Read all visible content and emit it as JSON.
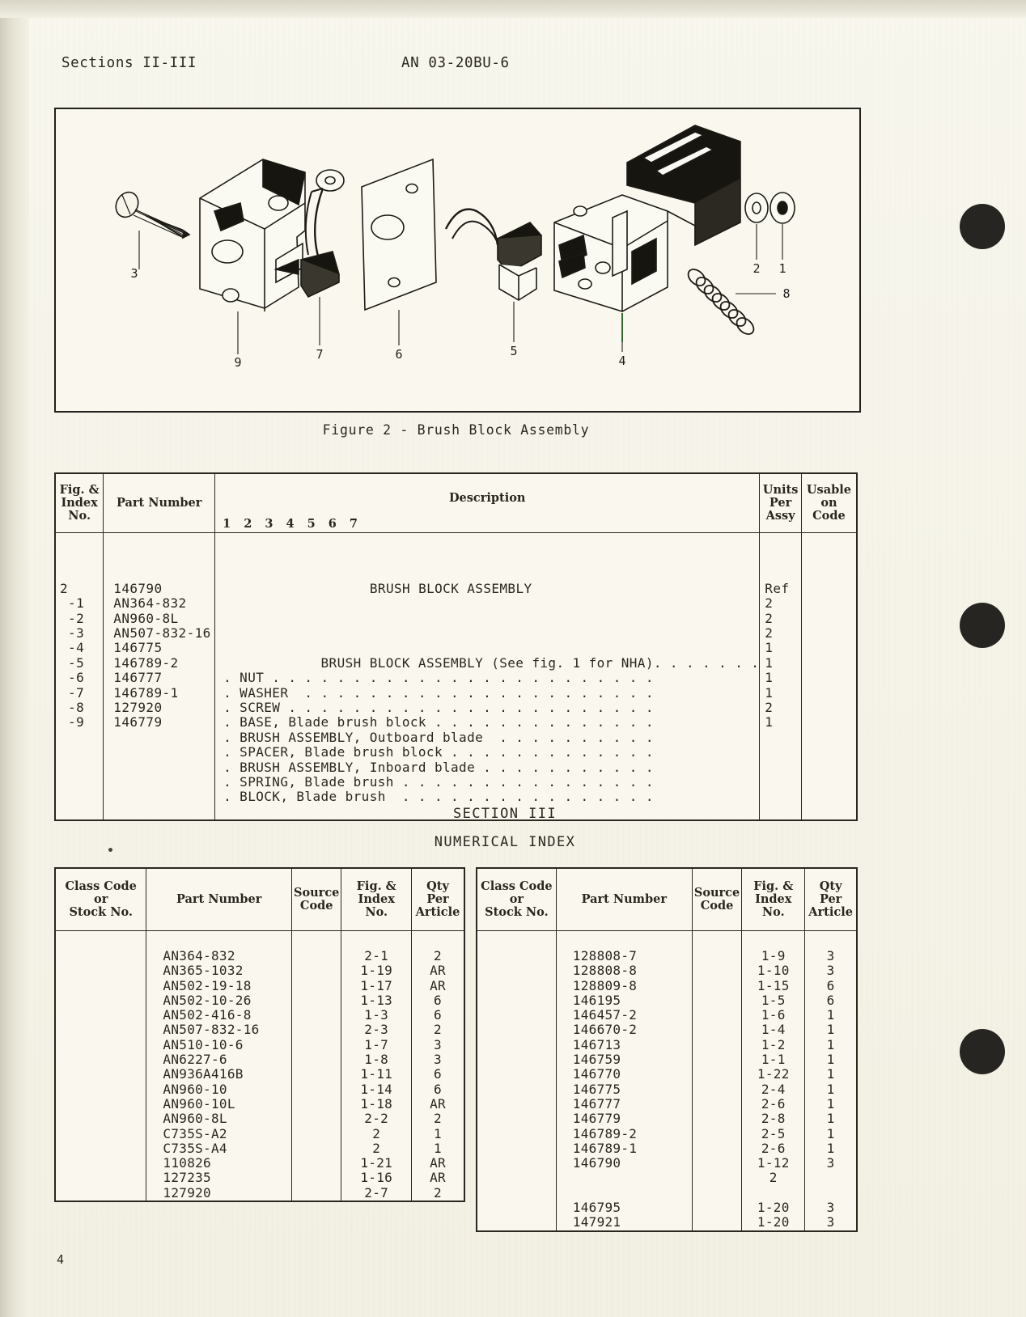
{
  "header": {
    "left": "Sections II-III",
    "center": "AN 03-20BU-6"
  },
  "figure": {
    "caption": "Figure 2 - Brush Block Assembly",
    "callouts": [
      "1",
      "2",
      "3",
      "4",
      "5",
      "6",
      "7",
      "8",
      "9"
    ]
  },
  "parts_table": {
    "headers": {
      "fig_index": "Fig. &\nIndex\nNo.",
      "part_number": "Part Number",
      "description": "Description",
      "indent_guide": "1 2 3 4 5 6 7",
      "units_per_assy": "Units\nPer\nAssy",
      "usable_on_code": "Usable\non\nCode"
    },
    "group_title": "BRUSH BLOCK ASSEMBLY",
    "fig_index_col": "2\n -1\n -2\n -3\n -4\n -5\n -6\n -7\n -8\n -9",
    "part_number_col": "146790\nAN364-832\nAN960-8L\nAN507-832-16\n146775\n146789-2\n146777\n146789-1\n127920\n146779",
    "description_col": "BRUSH BLOCK ASSEMBLY (See fig. 1 for NHA). . . . . . .\n. NUT . . . . . . . . . . . . . . . . . . . . . . . .\n. WASHER  . . . . . . . . . . . . . . . . . . . . . .\n. SCREW . . . . . . . . . . . . . . . . . . . . . . .\n. BASE, Blade brush block . . . . . . . . . . . . . .\n. BRUSH ASSEMBLY, Outboard blade  . . . . . . . . . .\n. SPACER, Blade brush block . . . . . . . . . . . . .\n. BRUSH ASSEMBLY, Inboard blade . . . . . . . . . . .\n. SPRING, Blade brush . . . . . . . . . . . . . . . .\n. BLOCK, Blade brush  . . . . . . . . . . . . . . . .",
    "units_col": "Ref\n2\n2\n2\n1\n1\n1\n1\n2\n1",
    "usable_col": ""
  },
  "section3": {
    "title": "SECTION III",
    "subtitle": "NUMERICAL INDEX"
  },
  "index_headers": {
    "class_code": "Class Code\nor\nStock No.",
    "part_number": "Part Number",
    "source_code": "Source\nCode",
    "fig_index": "Fig. &\nIndex\nNo.",
    "qty": "Qty\nPer\nArticle"
  },
  "index_left": {
    "class_col": "",
    "part_col": "AN364-832\nAN365-1032\nAN502-19-18\nAN502-10-26\nAN502-416-8\nAN507-832-16\nAN510-10-6\nAN6227-6\nAN936A416B\nAN960-10\nAN960-10L\nAN960-8L\nC735S-A2\nC735S-A4\n110826\n127235\n127920",
    "source_col": "",
    "index_col": "2-1\n1-19\n1-17\n1-13\n1-3\n2-3\n1-7\n1-8\n1-11\n1-14\n1-18\n2-2\n2\n2\n1-21\n1-16\n2-7",
    "qty_col": "2\nAR\nAR\n6\n6\n2\n3\n3\n6\n6\nAR\n2\n1\n1\nAR\nAR\n2"
  },
  "index_right": {
    "class_col": "",
    "part_col": "128808-7\n128808-8\n128809-8\n146195\n146457-2\n146670-2\n146713\n146759\n146770\n146775\n146777\n146779\n146789-2\n146789-1\n146790\n\n\n146795\n147921",
    "source_col": "",
    "index_col": "1-9\n1-10\n1-15\n1-5\n1-6\n1-4\n1-2\n1-1\n1-22\n2-4\n2-6\n2-8\n2-5\n2-6\n1-12\n2\n\n1-20\n1-20",
    "qty_col": "3\n3\n6\n6\n1\n1\n1\n1\n1\n1\n1\n1\n1\n1\n3\n\n\n3\n3"
  },
  "page_number": "4"
}
